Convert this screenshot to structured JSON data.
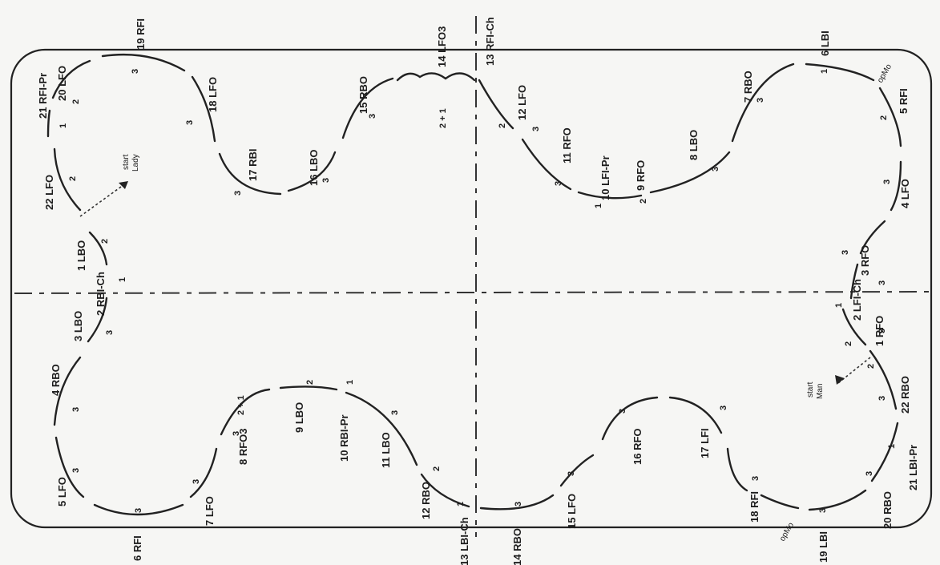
{
  "rink": {},
  "axes": {},
  "start_lady": {
    "icon": "arrow-icon",
    "label1": "start",
    "label2": "Lady"
  },
  "start_man": {
    "icon": "arrow-icon",
    "label1": "start",
    "label2": "Man"
  },
  "upper_left": [
    {
      "name": "step-19-rfi",
      "text": "19 RFI"
    },
    {
      "name": "step-20-lfo",
      "text": "20 LFO"
    },
    {
      "name": "step-21-rfi-pr",
      "text": "21 RFI-Pr"
    },
    {
      "name": "step-22-lfo",
      "text": "22 LFO"
    },
    {
      "name": "step-1-lbo",
      "text": "1 LBO"
    },
    {
      "name": "step-2-rbi-ch",
      "text": "2 RBI-Ch"
    },
    {
      "name": "step-18-lfo",
      "text": "18 LFO"
    },
    {
      "name": "step-17-rbi",
      "text": "17 RBI"
    },
    {
      "name": "step-16-lbo",
      "text": "16 LBO"
    },
    {
      "name": "step-15-rbo",
      "text": "15 RBO"
    },
    {
      "name": "step-14-lfo3",
      "text": "14 LFO3"
    }
  ],
  "upper_right": [
    {
      "name": "step-13-rfi-ch",
      "text": "13 RFI-Ch"
    },
    {
      "name": "step-12-lfo",
      "text": "12 LFO"
    },
    {
      "name": "step-11-rfo",
      "text": "11 RFO"
    },
    {
      "name": "step-10-lfi-pr",
      "text": "10 LFI-Pr"
    },
    {
      "name": "step-9-rfo",
      "text": "9 RFO"
    },
    {
      "name": "step-8-lbo",
      "text": "8 LBO"
    },
    {
      "name": "step-7-rbo",
      "text": "7 RBO"
    },
    {
      "name": "step-6-lbi",
      "text": "6 LBI"
    },
    {
      "name": "step-5-rfi",
      "text": "5 RFI"
    },
    {
      "name": "step-4-lfo",
      "text": "4 LFO"
    },
    {
      "name": "step-3-rfo",
      "text": "3 RFO"
    },
    {
      "name": "step-2-lfi-ch",
      "text": "2 LFI-Ch"
    },
    {
      "name": "step-1-rfo",
      "text": "1 RFO"
    }
  ],
  "lower_left": [
    {
      "name": "step-3-lbo",
      "text": "3 LBO"
    },
    {
      "name": "step-4-rbo",
      "text": "4 RBO"
    },
    {
      "name": "step-5-lfo",
      "text": "5 LFO"
    },
    {
      "name": "step-6-rfi",
      "text": "6 RFI"
    },
    {
      "name": "step-7-lfo",
      "text": "7 LFO"
    },
    {
      "name": "step-8-rfo3",
      "text": "8 RFO3"
    },
    {
      "name": "step-9-lbo",
      "text": "9 LBO"
    },
    {
      "name": "step-10-rbi-pr",
      "text": "10 RBI-Pr"
    },
    {
      "name": "step-11-lbo",
      "text": "11 LBO"
    },
    {
      "name": "step-12-rbo",
      "text": "12 RBO"
    },
    {
      "name": "step-13-lbi-ch",
      "text": "13 LBI-Ch"
    }
  ],
  "lower_right": [
    {
      "name": "step-14-rbo",
      "text": "14 RBO"
    },
    {
      "name": "step-15-lfo",
      "text": "15 LFO"
    },
    {
      "name": "step-16-rfo",
      "text": "16 RFO"
    },
    {
      "name": "step-17-lfi",
      "text": "17 LFI"
    },
    {
      "name": "step-18-rfi",
      "text": "18 RFI"
    },
    {
      "name": "step-19-lbi",
      "text": "19 LBI"
    },
    {
      "name": "step-20-rbo",
      "text": "20 RBO"
    },
    {
      "name": "step-21-lbi-pr",
      "text": "21 LBI-Pr"
    },
    {
      "name": "step-22-rbo",
      "text": "22 RBO"
    }
  ],
  "oppmo": {
    "top": "opMo",
    "bottom": "opMo"
  },
  "counts": [
    "3",
    "2",
    "1",
    "2",
    "2",
    "1",
    "3",
    "3",
    "3",
    "3",
    "2 + 1",
    "2",
    "1",
    "2",
    "3",
    "3",
    "1",
    "2",
    "3",
    "3",
    "3",
    "3",
    "1",
    "2",
    "3",
    "3",
    "3",
    "3",
    "3",
    "3",
    "3",
    "2 + 1",
    "2",
    "1",
    "3",
    "2",
    "1",
    "3",
    "3",
    "3",
    "3",
    "3",
    "3",
    "3",
    "1",
    "2",
    "3",
    "3"
  ]
}
